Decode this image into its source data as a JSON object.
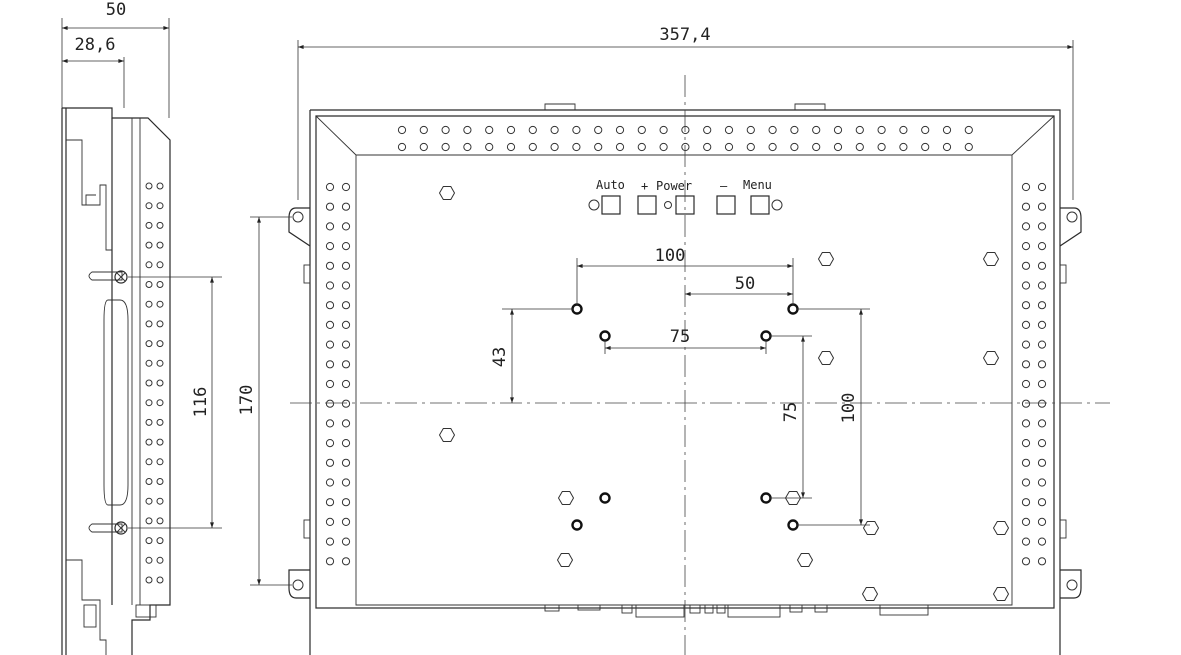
{
  "dimensions": {
    "side_total_depth": "50",
    "side_partial_depth": "28,6",
    "side_slot_pitch": "116",
    "front_width": "357,4",
    "front_height": "170",
    "vesa_100_width": "100",
    "vesa_50_offset": "50",
    "vesa_75_width": "75",
    "vesa_43_offset": "43",
    "vesa_75_height": "75",
    "vesa_100_height": "100"
  },
  "buttons": {
    "auto": "Auto",
    "plus": "+",
    "power": "Power",
    "minus": "–",
    "menu": "Menu"
  }
}
